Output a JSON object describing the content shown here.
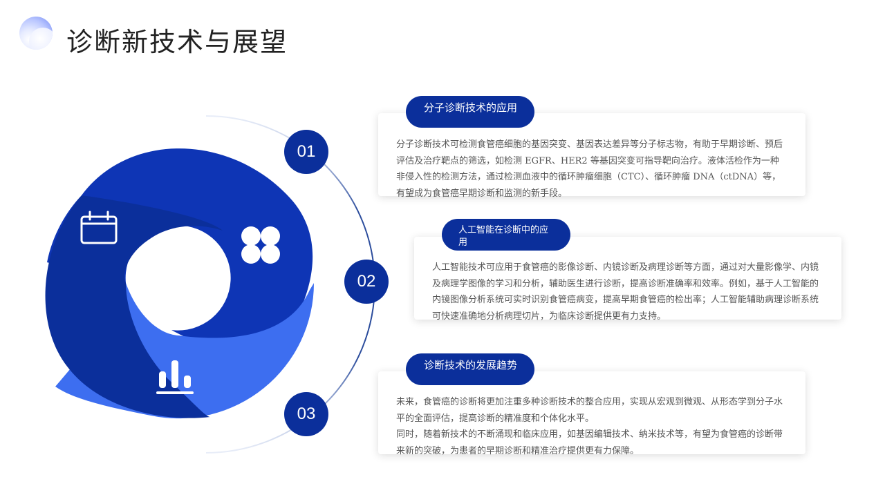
{
  "page": {
    "title": "诊断新技术与展望"
  },
  "colors": {
    "dark_blue": "#0b2f9b",
    "mid_blue": "#0e35b5",
    "light_blue": "#3d6ef0",
    "arc_stroke": "#1d3f8f"
  },
  "icons": {
    "segment1": "calendar-icon",
    "segment2": "clover-icon",
    "segment3": "bar-chart-icon"
  },
  "items": [
    {
      "number": "01",
      "title": "分子诊断技术的应用",
      "body": "分子诊断技术可检测食管癌细胞的基因突变、基因表达差异等分子标志物，有助于早期诊断、预后评估及治疗靶点的筛选，如检测 EGFR、HER2 等基因突变可指导靶向治疗。液体活检作为一种非侵入性的检测方法，通过检测血液中的循环肿瘤细胞（CTC）、循环肿瘤 DNA（ctDNA）等，有望成为食管癌早期诊断和监测的新手段。"
    },
    {
      "number": "02",
      "title": "人工智能在诊断中的应用",
      "body": "人工智能技术可应用于食管癌的影像诊断、内镜诊断及病理诊断等方面，通过对大量影像学、内镜及病理学图像的学习和分析，辅助医生进行诊断，提高诊断准确率和效率。例如，基于人工智能的内镜图像分析系统可实时识别食管癌病变，提高早期食管癌的检出率；人工智能辅助病理诊断系统可快速准确地分析病理切片，为临床诊断提供更有力支持。"
    },
    {
      "number": "03",
      "title": "诊断技术的发展趋势",
      "body_lines": [
        "未来，食管癌的诊断将更加注重多种诊断技术的整合应用，实现从宏观到微观、从形态学到分子水平的全面评估，提高诊断的精准度和个体化水平。",
        "同时，随着新技术的不断涌现和临床应用，如基因编辑技术、纳米技术等，有望为食管癌的诊断带来新的突破，为患者的早期诊断和精准治疗提供更有力保障。"
      ]
    }
  ]
}
